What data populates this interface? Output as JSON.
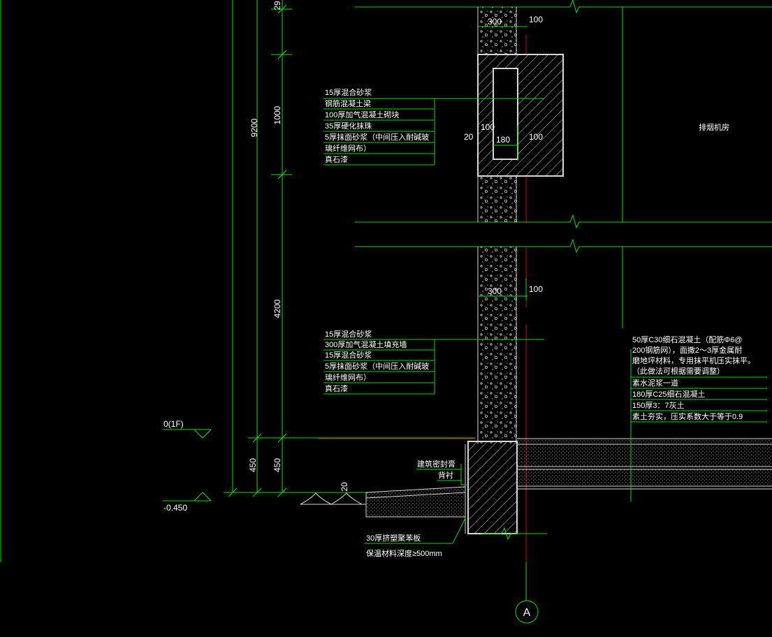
{
  "dimensions": {
    "total_height": "9200",
    "upper_floor": "1000",
    "lower_floor": "4200",
    "base_left": "450",
    "base_right": "450",
    "top_partial": "29",
    "slope": "20"
  },
  "levels": {
    "ground": "0(1F)",
    "exterior": "-0.450"
  },
  "wall_dims": {
    "wall_upper": "300",
    "offset_upper": "100",
    "inner_100": "100",
    "inner_180": "180",
    "inner_100b": "100",
    "gap_20": "20",
    "wall_lower": "300",
    "offset_lower": "100"
  },
  "room_label": "排烟机房",
  "upper_layers": [
    "15厚混合砂浆",
    "钢筋混凝土梁",
    "100厚加气混凝土砌块",
    "35厚硬化抹珠",
    "5厚抹面砂浆（中间压入耐碱玻",
    "璃纤维网布）",
    "真石漆"
  ],
  "lower_layers": [
    "15厚混合砂浆",
    "300厚加气混凝土填充墙",
    "15厚混合砂浆",
    "5厚抹面砂浆（中间压入耐碱玻",
    "璃纤维网布）",
    "真石漆"
  ],
  "floor_layers": [
    "50厚C30细石混凝土（配筋Φ6@",
    "200钢筋网），面撒2～3厚金属耐",
    "磨地坪材料，专用抹平机压实抹平。",
    "（此做法可根据需要调整）",
    "素水泥浆一道",
    "180厚C25细石混凝土",
    "150厚3：7灰土",
    "素土夯实，压实系数大于等于0.9"
  ],
  "joint_labels": [
    "建筑密封膏",
    "背衬"
  ],
  "insulation_labels": [
    "30厚挤塑聚苯板",
    "保温材料深度≥500mm"
  ],
  "axis_label": "A",
  "colors": {
    "line": "#00e000",
    "text": "#ffffff",
    "axis": "#e00000",
    "wall": "#d8d8d8",
    "bg": "#000000"
  }
}
